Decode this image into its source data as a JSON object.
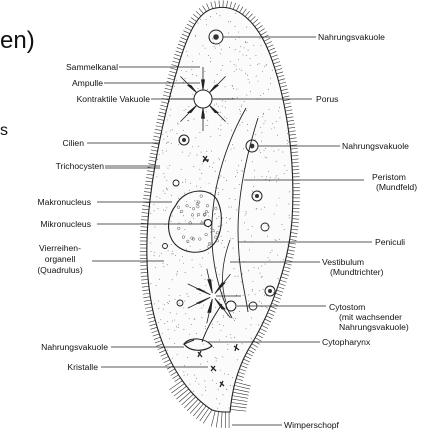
{
  "title_fragment": "en)",
  "side_fragment": "s",
  "labels": {
    "nahrungsvakuole_top": "Nahrungsvakuole",
    "sammelkanal": "Sammelkanal",
    "ampulle": "Ampulle",
    "kontraktile_vakuole": "Kontraktile Vakuole",
    "porus": "Porus",
    "cilien": "Cilien",
    "nahrungsvakuole_mid": "Nahrungsvakuole",
    "trichocysten": "Trichocysten",
    "peristom": [
      "Peristom",
      "(Mundfeld)"
    ],
    "makronucleus": "Makronucleus",
    "mikronucleus": "Mikronucleus",
    "viererreihen": [
      "Vierreihen-",
      "organell",
      "(Quadrulus)"
    ],
    "peniculi": "Peniculi",
    "vestibulum": [
      "Vestibulum",
      "(Mundtrichter)"
    ],
    "cytostom": [
      "Cytostom",
      "(mit wachsender",
      "Nahrungsvakuole)"
    ],
    "nahrungsvakuole_low": "Nahrungsvakuole",
    "cytopharynx": "Cytopharynx",
    "kristalle": "Kristalle",
    "wimperschopf": "Wimperschopf"
  }
}
